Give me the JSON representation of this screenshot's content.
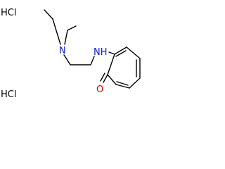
{
  "molecule": {
    "salts": [
      "HCl",
      "HCl"
    ],
    "atoms": {
      "amine_n": "N",
      "amino_nh": "NH",
      "carbonyl_o": "O"
    },
    "colors": {
      "bond": "#000000",
      "nitrogen": "#0b1ad8",
      "oxygen": "#e00000",
      "salt": "#000000"
    }
  }
}
